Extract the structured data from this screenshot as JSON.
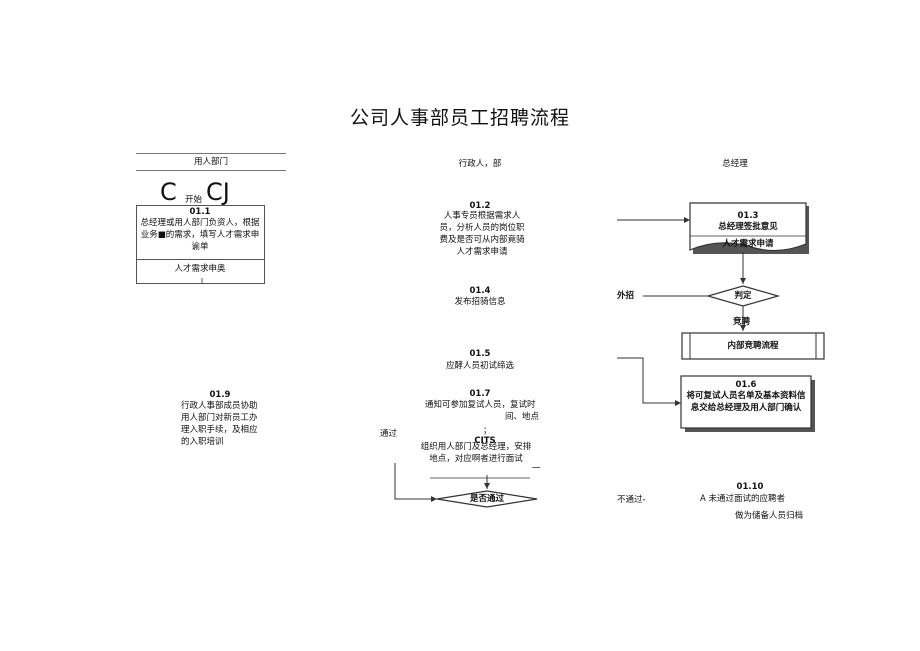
{
  "title": "公司人事部员工招聘流程",
  "columns": {
    "col1": "用人部门",
    "col2": "行政人，部",
    "col3": "总经理"
  },
  "start": {
    "left_glyph": "C",
    "label": "开始",
    "right_glyph": "CJ"
  },
  "steps": {
    "s01_1": {
      "num": "01.1",
      "text": "总经理或用人部门负资人，根据业务■的需求，填写人才需求申谕单",
      "doc": "人才需求申奥",
      "mark": "I"
    },
    "s01_2": {
      "num": "01.2",
      "text": "人事专员根据需求人员，分析人员的岗位职费及是否可从内部竟骑人才需求申请"
    },
    "s01_3": {
      "num": "01.3",
      "text": "总经理签批意见",
      "doc": "人才需求申请"
    },
    "s01_4": {
      "num": "01.4",
      "text": "发布招骑信息"
    },
    "s01_5": {
      "num": "01.5",
      "text": "应酵人员初试缔选"
    },
    "s01_6": {
      "num": "01.6",
      "text": "将可复试人员名单及基本资料信息交给总经理及用人部门确认"
    },
    "s01_7": {
      "num": "01.7",
      "text_a": "通知可参加复试人员，复试时",
      "text_b": "间、地点",
      "mark": "；"
    },
    "s01_8": {
      "num": "CITS",
      "text": "组织用人部门及总经理，安排地点，对应啊者进行面试",
      "dash": "一"
    },
    "s01_9": {
      "num": "01.9",
      "text": "行政人事部成员协助用人部门对新员工办理入职手续，及相应的入职培训"
    },
    "s01_10": {
      "num": "01.10",
      "text_a": "A 未通过面试的应聘者",
      "text_b": "做为储备人员归档"
    }
  },
  "decisions": {
    "judge": "判定",
    "pass": "是否通过"
  },
  "branch_labels": {
    "external": "外招",
    "compete": "竞聘",
    "internal_process": "内部竞聘流程",
    "passed": "通过",
    "not_passed": "不通过-"
  }
}
